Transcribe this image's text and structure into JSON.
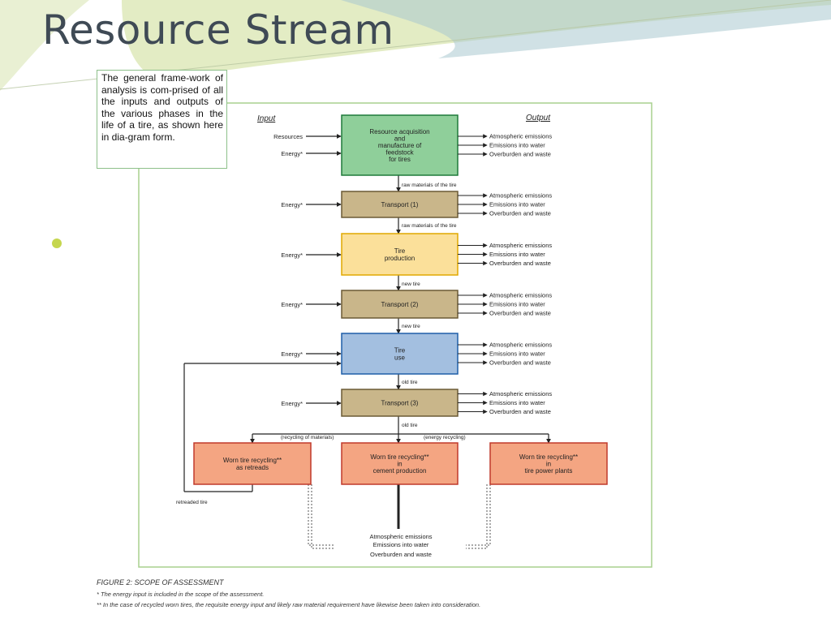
{
  "slide": {
    "title": "Resource Stream",
    "callout_text": "The general frame-work of analysis is com-prised of all the inputs and outputs of the various phases in the life of a tire, as shown here in dia-gram form."
  },
  "diagram": {
    "input_header": "Input",
    "output_header": "Output",
    "inputs": {
      "resources": "Resources",
      "energy": "Energy*"
    },
    "boxes": {
      "resource_acquisition": [
        "Resource acquisition",
        "and",
        "manufacture of",
        "feedstock",
        "for tires"
      ],
      "transport_1": [
        "Transport (1)"
      ],
      "tire_production": [
        "Tire",
        "production"
      ],
      "transport_2": [
        "Transport (2)"
      ],
      "tire_use": [
        "Tire",
        "use"
      ],
      "transport_3": [
        "Transport (3)"
      ],
      "recycling_retreads": [
        "Worn tire recycling**",
        "as retreads"
      ],
      "recycling_cement": [
        "Worn tire recycling**",
        "in",
        "cement production"
      ],
      "recycling_power": [
        "Worn tire recycling**",
        "in",
        "tire power plants"
      ]
    },
    "outputs": [
      "Atmospheric emissions",
      "Emissions into water",
      "Overburden and waste"
    ],
    "flows": {
      "raw_materials": "raw materials of the tire",
      "new_tire": "new tire",
      "old_tire": "old tire",
      "recycling_materials": "(recycling of materials)",
      "energy_recycling": "(energy recycling)",
      "retreaded_tire": "retreaded tire"
    }
  },
  "caption": {
    "figure_title": "FIGURE 2: SCOPE OF ASSESSMENT",
    "footnote_1": "* The energy input is included in the scope of the assessment.",
    "footnote_2": "** In the case of recycled worn tires, the requisite energy input and likely raw material requirement have likewise been taken into consideration."
  },
  "colors": {
    "title": "#3f4a55",
    "frame_border": "#a9d08e",
    "green_box": "#8fcf9a",
    "tan_box": "#c9b68a",
    "yellow_box": "#fbe09a",
    "blue_box": "#a3bfe0",
    "salmon_box": "#f4a582",
    "bullet": "#c5d64e"
  }
}
